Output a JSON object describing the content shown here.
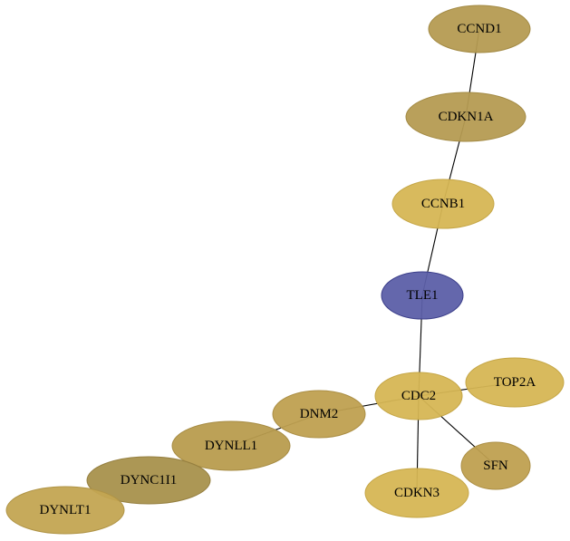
{
  "nodes": [
    {
      "id": "CCND1",
      "label": "CCND1",
      "color": "#b59b52",
      "stroke": "#a38a44"
    },
    {
      "id": "CDKN1A",
      "label": "CDKN1A",
      "color": "#b59b52",
      "stroke": "#a38a44"
    },
    {
      "id": "CCNB1",
      "label": "CCNB1",
      "color": "#d6b654",
      "stroke": "#c5a646"
    },
    {
      "id": "TLE1",
      "label": "TLE1",
      "color": "#5c5fa8",
      "stroke": "#3c3f8a"
    },
    {
      "id": "CDC2",
      "label": "CDC2",
      "color": "#d6b654",
      "stroke": "#c5a646"
    },
    {
      "id": "TOP2A",
      "label": "TOP2A",
      "color": "#d6b654",
      "stroke": "#c5a646"
    },
    {
      "id": "SFN",
      "label": "SFN",
      "color": "#bfa050",
      "stroke": "#ab8e44"
    },
    {
      "id": "CDKN3",
      "label": "CDKN3",
      "color": "#d6b654",
      "stroke": "#c5a646"
    },
    {
      "id": "DNM2",
      "label": "DNM2",
      "color": "#bfa050",
      "stroke": "#ab8e44"
    },
    {
      "id": "DYNLL1",
      "label": "DYNLL1",
      "color": "#b89c4e",
      "stroke": "#a68b42"
    },
    {
      "id": "DYNC1I1",
      "label": "DYNC1I1",
      "color": "#a8914c",
      "stroke": "#957f40"
    },
    {
      "id": "DYNLT1",
      "label": "DYNLT1",
      "color": "#c3a552",
      "stroke": "#b09446"
    }
  ],
  "edges": [
    {
      "source": "CCND1",
      "target": "CDKN1A"
    },
    {
      "source": "CDKN1A",
      "target": "CCNB1"
    },
    {
      "source": "CCNB1",
      "target": "TLE1"
    },
    {
      "source": "TLE1",
      "target": "CDC2"
    },
    {
      "source": "CDC2",
      "target": "TOP2A"
    },
    {
      "source": "CDC2",
      "target": "SFN"
    },
    {
      "source": "CDC2",
      "target": "CDKN3"
    },
    {
      "source": "CDC2",
      "target": "DNM2"
    },
    {
      "source": "DNM2",
      "target": "DYNLL1"
    }
  ]
}
